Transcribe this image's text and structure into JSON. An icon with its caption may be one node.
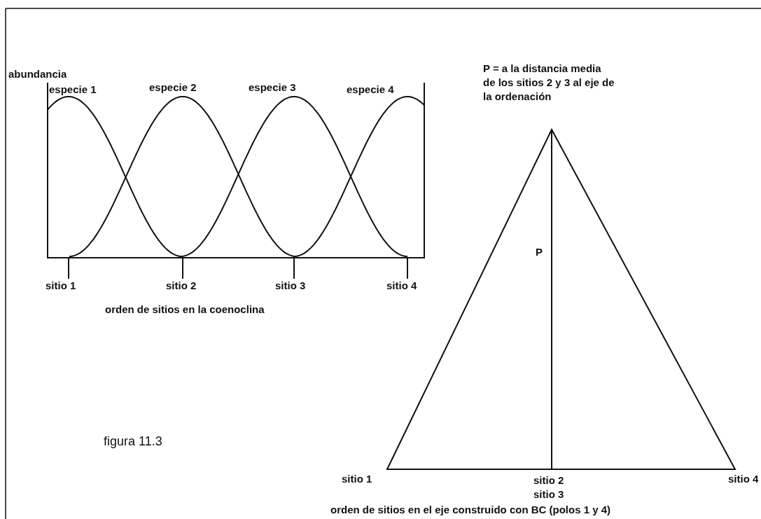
{
  "diagram": {
    "caption": "figura 11.3",
    "labels": [
      "abundancia",
      "especie 1",
      "especie 2",
      "especie 3",
      "especie 4",
      "P = a la distancia media de los sitios 2 y 3 al eje de la ordenación",
      "P",
      "sitio 1",
      "sitio 2",
      "sitio 3",
      "sitio 4",
      "orden de sitios en la coenoclina",
      "sitio 1",
      "sitio 2",
      "sitio 3",
      "sitio 4",
      "orden de sitios en el eje construido con BC (polos 1 y 4)"
    ]
  }
}
